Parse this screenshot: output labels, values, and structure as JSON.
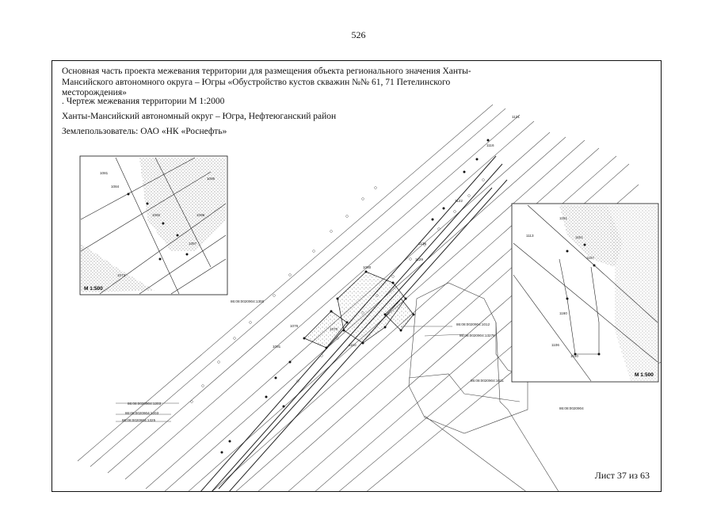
{
  "page_number": "526",
  "header": {
    "title": "Основная часть проекта межевания территории для размещения объекта регионального значения Ханты-Мансийского автономного округа – Югры «Обустройство кустов скважин №№ 61, 71 Петелинского месторождения»",
    "subtitle": ". Чертеж межевания территории М 1:2000",
    "region": "Ханты-Мансийский автономный округ – Югра, Нефтеюганский район",
    "land_user": "Землепользователь: ОАО «НК «Роснефть»"
  },
  "drawing": {
    "inset_left_scale": "М 1:500",
    "inset_right_scale": "М 1:500",
    "labels": {
      "l1": "86:08:0020904:1012",
      "l2": "86:08:0020904:13278",
      "l3": "86:08:0020904:1011",
      "l4": "86:08:0020904:1203",
      "l5": "86:08:0020904:1325",
      "l6": "86:08:0020904:1203",
      "l7": "86:08:0020904:1300",
      "l8": "86:08:0020904",
      "l9": "1121",
      "l10": "1116",
      "l11": "1122",
      "l12": "1126",
      "l13": "1129",
      "l14": "1080",
      "l15": "1076",
      "l16": "1091",
      "l17": "1070",
      "l18": "1110",
      "l19": "1081",
      "l20": "1084",
      "l21": "1095",
      "l22": "1097",
      "l23": "1092",
      "l24": "1096",
      "l25": "1073",
      "l26": "1160",
      "l27": "1106",
      "l28": "1113",
      "l29": "1151",
      "l30": "1100",
      "l31": "1107",
      "l32": "1161"
    }
  },
  "sheet": "Лист 37 из 63"
}
